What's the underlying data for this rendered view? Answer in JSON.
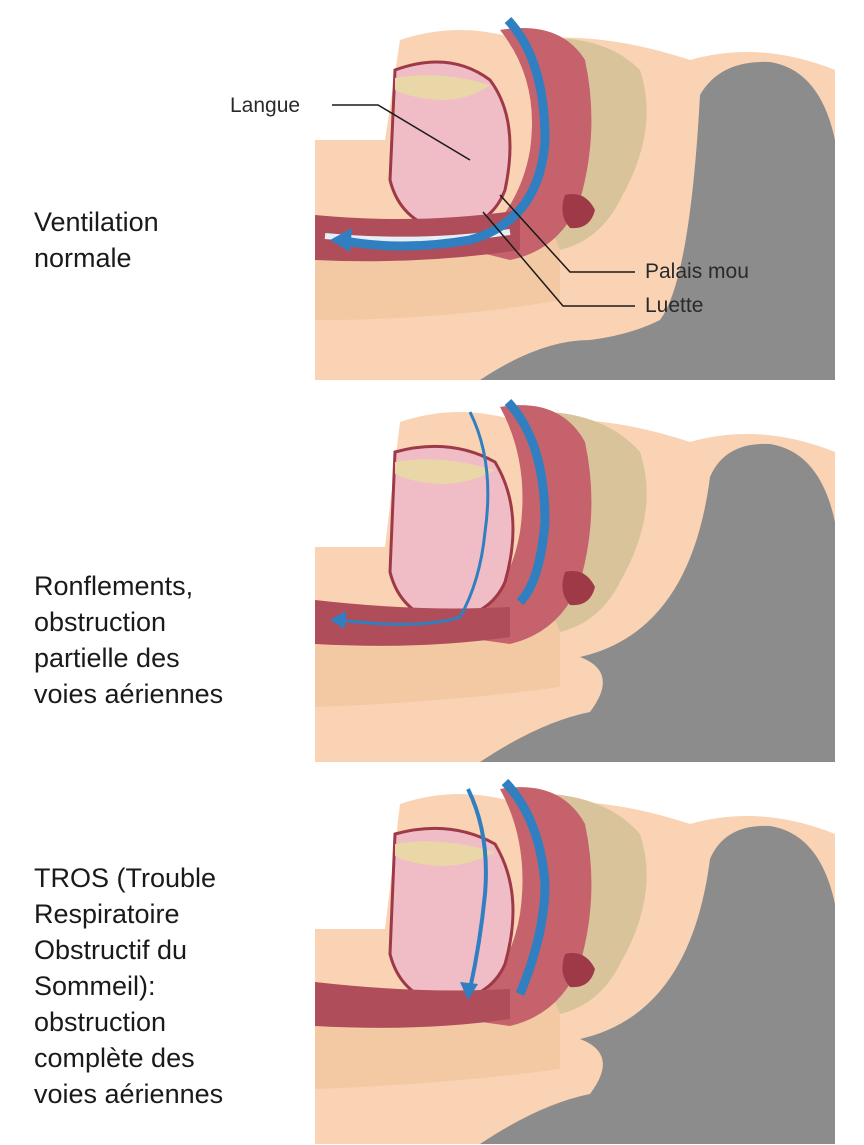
{
  "panels": [
    {
      "caption": "Ventilation\nnormale"
    },
    {
      "caption": "Ronflements,\nobstruction\npartielle des\nvoies aériennes"
    },
    {
      "caption": "TROS (Trouble\nRespiratoire\nObstructif du\nSommeil):\nobstruction\ncomplète des\nvoies aériennes"
    }
  ],
  "labels": {
    "tongue": "Langue",
    "soft_palate": "Palais mou",
    "uvula": "Luette"
  },
  "colors": {
    "skin": "#f9d3b3",
    "pillow": "#8c8c8c",
    "tissue": "#c5626b",
    "tissue_dark": "#9e3a47",
    "tissue_light": "#f0bcc6",
    "bone": "#e9d7a8",
    "airflow": "#2f7fc1",
    "airway": "#e6eef6"
  }
}
